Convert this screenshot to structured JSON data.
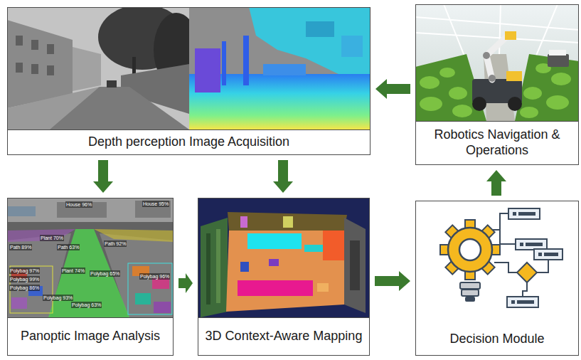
{
  "diagram": {
    "nodes": [
      {
        "text": [
          "Depth perception Image Acquisition"
        ]
      },
      {
        "text": [
          "Robotics Navigation & Operations"
        ]
      },
      {
        "text": [
          "Panoptic Image Analysis"
        ]
      },
      {
        "text": [
          "3D Context-Aware Mapping"
        ]
      },
      {
        "text": [
          "Decision Module"
        ]
      }
    ],
    "edges": [
      {
        "from": 1,
        "to": 0,
        "arrow": "to"
      },
      {
        "from": 0,
        "to": 2,
        "arrow": "to"
      },
      {
        "from": 0,
        "to": 3,
        "arrow": "to"
      },
      {
        "from": 2,
        "to": 3,
        "arrow": "to"
      },
      {
        "from": 3,
        "to": 4,
        "arrow": "to"
      },
      {
        "from": 4,
        "to": 1,
        "arrow": "to"
      }
    ],
    "labels": [
      "House 96%",
      "House 95%",
      "Plant 70%",
      "Path 89%",
      "Path 63%",
      "Path 92%",
      "Polybag 97%",
      "Plant 74%",
      "Polybag 65%",
      "Polybag 96%",
      "Polybag 99%",
      "Polybag 86%",
      "Polybag 93%",
      "Polybag 63%"
    ]
  }
}
